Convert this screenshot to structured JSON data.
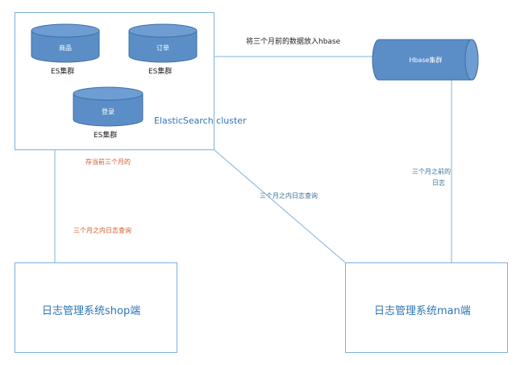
{
  "cluster": {
    "title": "ElasticSearch cluster",
    "nodes": [
      {
        "drum_label": "商品",
        "caption": "ES集群"
      },
      {
        "drum_label": "订单",
        "caption": "ES集群"
      },
      {
        "drum_label": "登录",
        "caption": "ES集群"
      }
    ]
  },
  "hbase": {
    "label": "Hbase集群"
  },
  "edges": {
    "to_hbase": "将三个月前的数据放入hbase",
    "store_recent": "存当前三个月的",
    "shop_query": "三个月之内日志查询",
    "man_query_recent": "三个月之内日志查询",
    "man_query_old_line1": "三个月之前的",
    "man_query_old_line2": "日志"
  },
  "systems": {
    "shop": "日志管理系统shop端",
    "man": "日志管理系统man端"
  },
  "colors": {
    "drum_fill": "#5b8ec7",
    "drum_stroke": "#3d6fa3",
    "line": "#7fb0da",
    "accent_text": "#2e75b6",
    "orange_text": "#d0582a"
  }
}
